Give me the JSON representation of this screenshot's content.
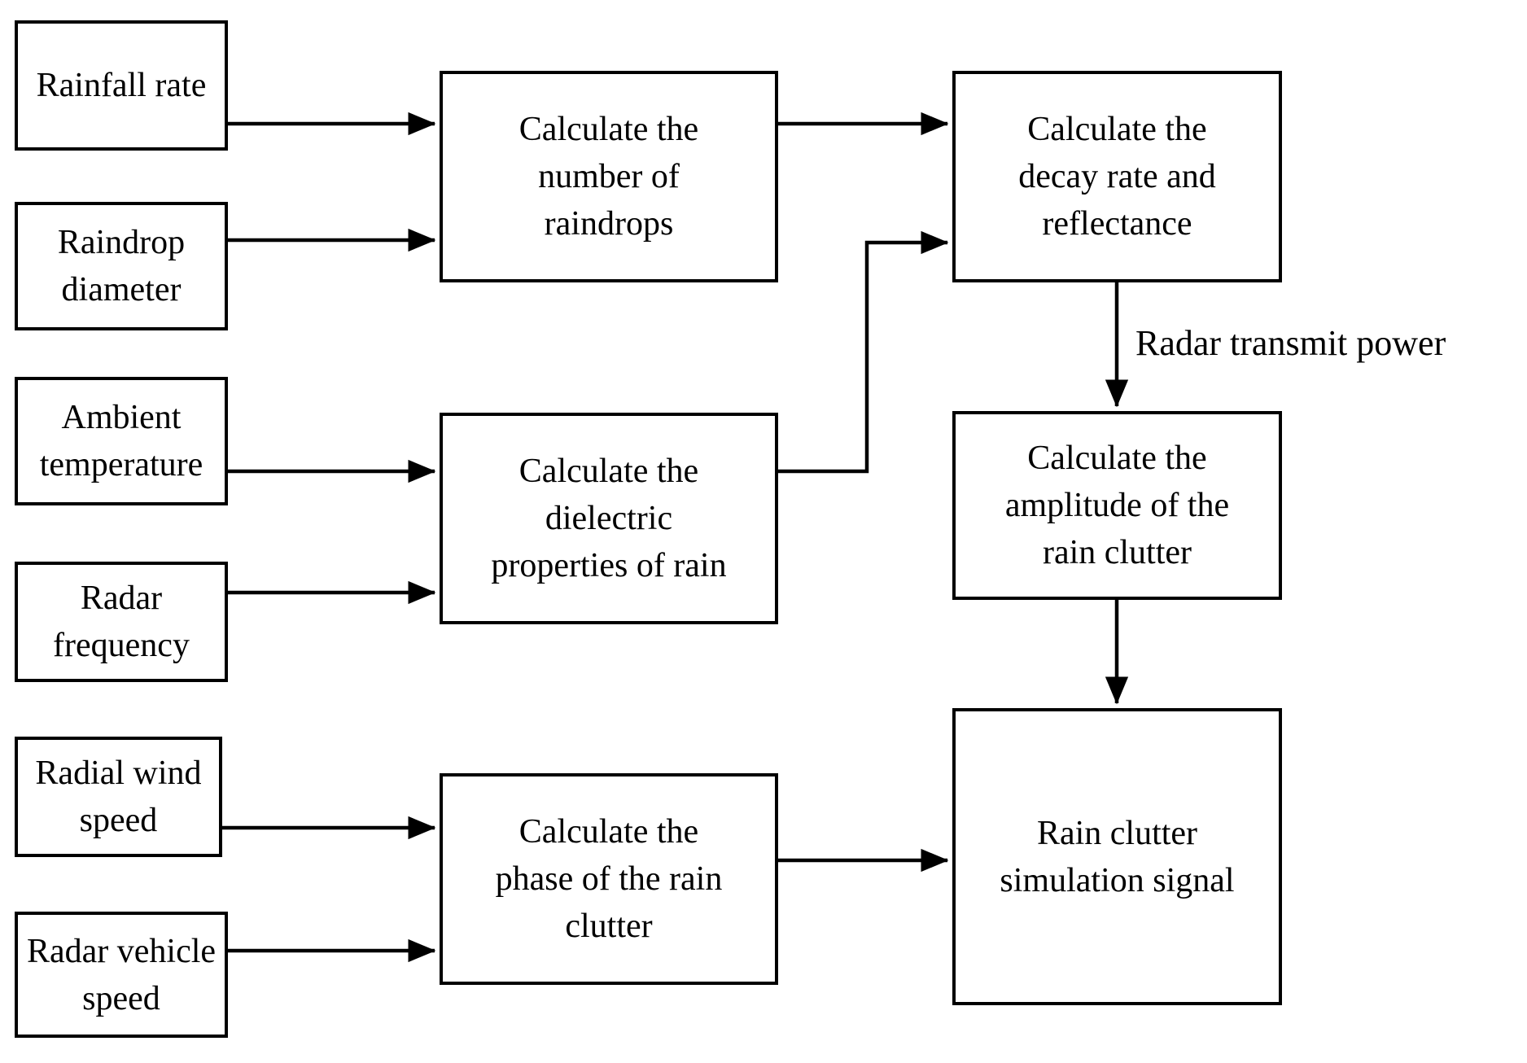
{
  "diagram": {
    "inputs": [
      {
        "label": "Rainfall rate",
        "lines": [
          "Rainfall rate"
        ]
      },
      {
        "label": "Raindrop diameter",
        "lines": [
          "Raindrop",
          "diameter"
        ]
      },
      {
        "label": "Ambient temperature",
        "lines": [
          "Ambient",
          "temperature"
        ]
      },
      {
        "label": "Radar frequency",
        "lines": [
          "Radar",
          "frequency"
        ]
      },
      {
        "label": "Radial wind speed",
        "lines": [
          "Radial wind",
          "speed"
        ]
      },
      {
        "label": "Radar vehicle speed",
        "lines": [
          "Radar vehicle",
          "speed"
        ]
      }
    ],
    "processes": [
      {
        "label": "Calculate the number of raindrops",
        "lines": [
          "Calculate the",
          "number of",
          "raindrops"
        ]
      },
      {
        "label": "Calculate the dielectric properties of rain",
        "lines": [
          "Calculate the",
          "dielectric",
          "properties of rain"
        ]
      },
      {
        "label": "Calculate the decay rate and reflectance",
        "lines": [
          "Calculate the",
          "decay rate and",
          "reflectance"
        ]
      },
      {
        "label": "Calculate the amplitude of the rain clutter",
        "lines": [
          "Calculate the",
          "amplitude of the",
          "rain clutter"
        ]
      },
      {
        "label": "Calculate the phase of the rain clutter",
        "lines": [
          "Calculate the",
          "phase of the rain",
          "clutter"
        ]
      },
      {
        "label": "Rain clutter simulation signal",
        "lines": [
          "Rain clutter",
          "simulation signal"
        ]
      }
    ],
    "edge_label": "Radar transmit power",
    "colors": {
      "stroke": "#000000",
      "background": "#ffffff",
      "text": "#000000"
    }
  }
}
